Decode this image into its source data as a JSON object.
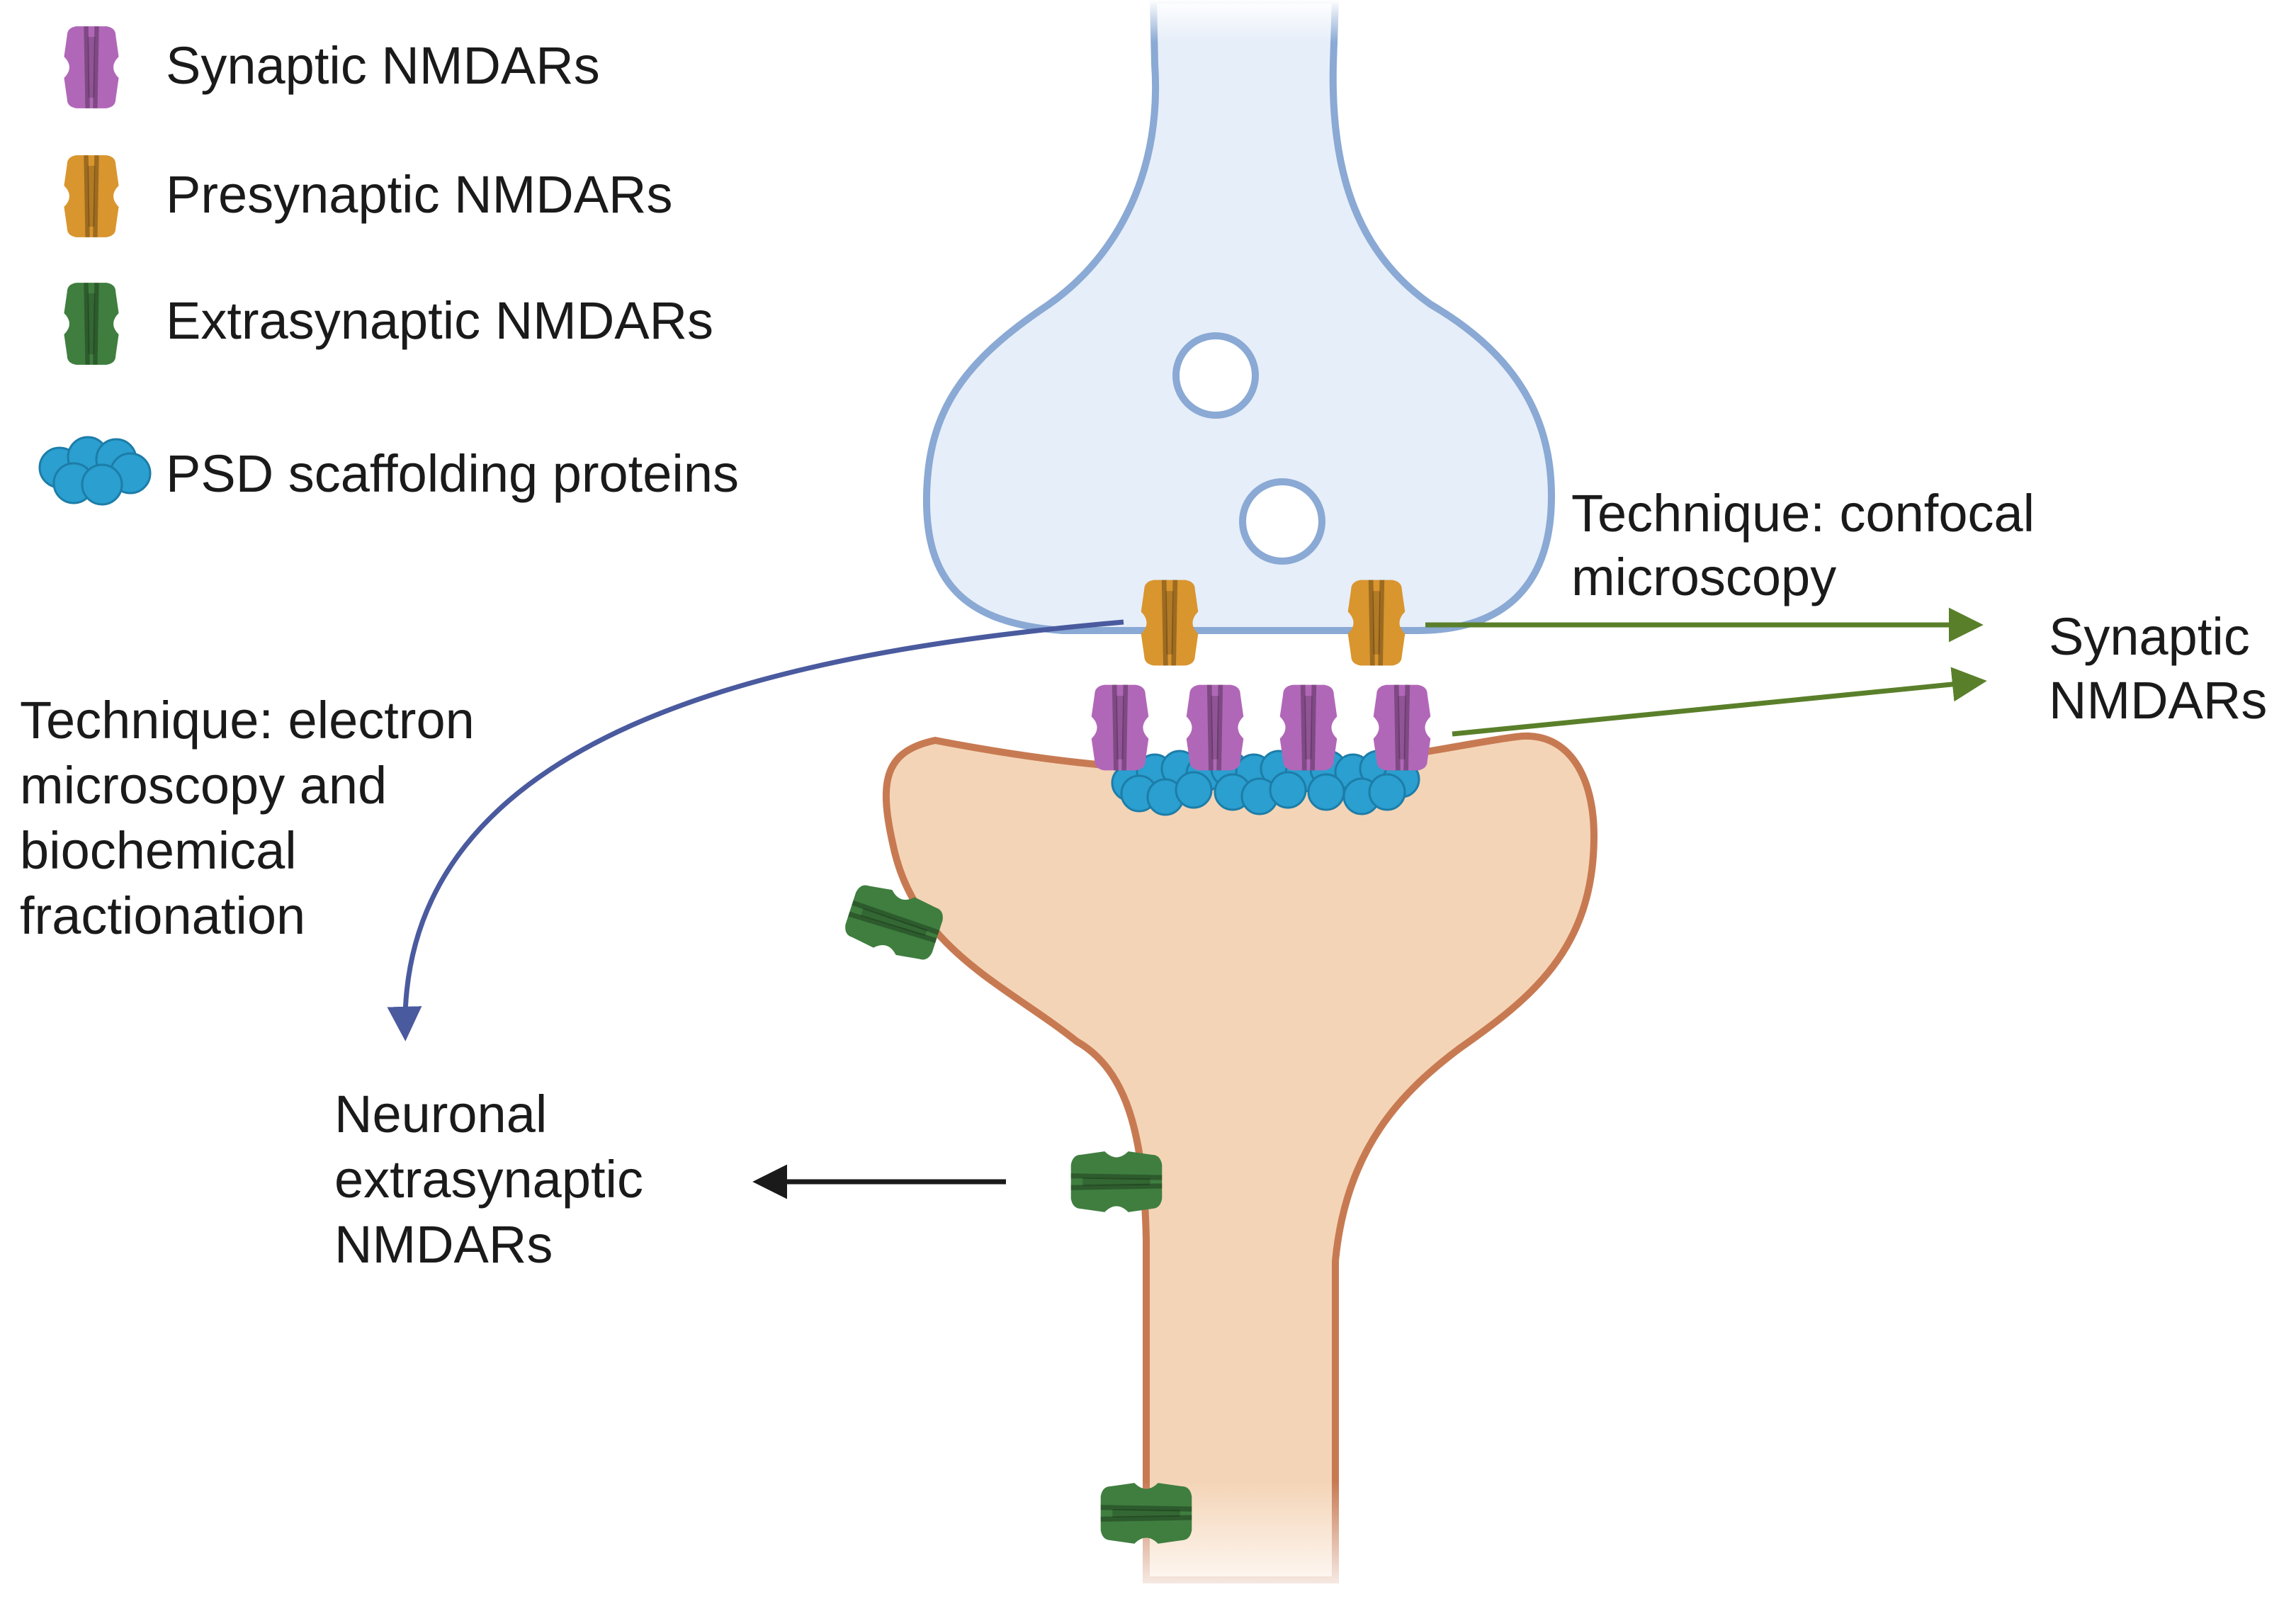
{
  "legend": {
    "items": [
      {
        "label": "Synaptic NMDARs",
        "icon": "purple-receptor-icon",
        "color": "#b167b8"
      },
      {
        "label": "Presynaptic NMDARs",
        "icon": "orange-receptor-icon",
        "color": "#d9952e"
      },
      {
        "label": "Extrasynaptic NMDARs",
        "icon": "green-receptor-icon",
        "color": "#3f7e3f"
      },
      {
        "label": "PSD scaffolding proteins",
        "icon": "blue-scaffold-icon",
        "color": "#2a9fd0"
      }
    ]
  },
  "annotations": {
    "confocal_line1": "Technique: confocal",
    "confocal_line2": "microscopy",
    "synaptic_line1": "Synaptic",
    "synaptic_line2": "NMDARs",
    "em_line1": "Technique: electron",
    "em_line2": "microscopy and",
    "em_line3": "biochemical",
    "em_line4": "fractionation",
    "neuronal_line1": "Neuronal",
    "neuronal_line2": "extrasynaptic",
    "neuronal_line3": "NMDARs"
  },
  "colors": {
    "presynaptic_fill": "#e6eef9",
    "presynaptic_stroke": "#8aa9d4",
    "postsynaptic_fill": "#f4d4b6",
    "postsynaptic_stroke": "#c77a52",
    "green_arrow": "#5a7f2a",
    "blue_arrow": "#4a5a9e",
    "black_arrow": "#1a1a1a"
  }
}
